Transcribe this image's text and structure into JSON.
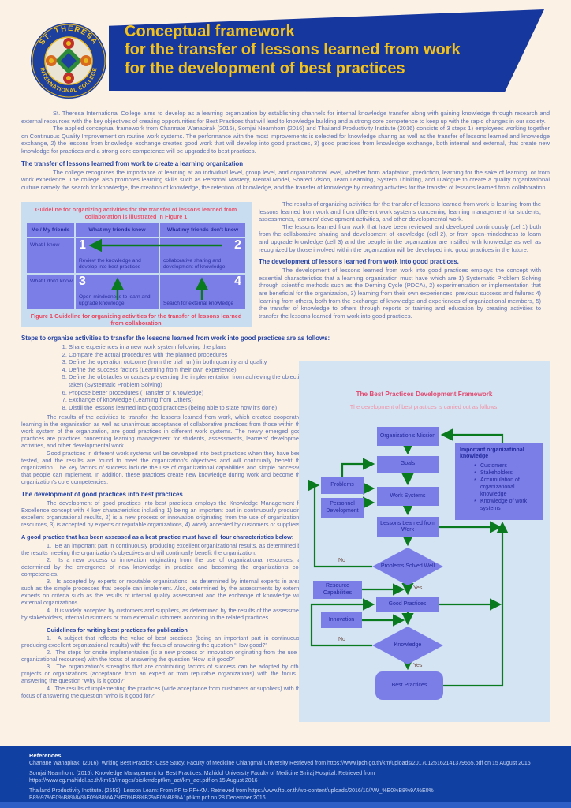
{
  "header": {
    "logo": {
      "arc_top": "ST. THERESA",
      "arc_bottom": "INTERNATIONAL COLLEGE"
    },
    "title_lines": [
      "Conceptual framework",
      "for the transfer of lessons learned from work",
      "for the development of best practices"
    ]
  },
  "intro": {
    "p1": "St. Theresa International College aims to develop as a learning organization by establishing channels for internal knowledge transfer along with gaining knowledge through research and external resources with the key objectives of creating opportunities for Best Practices that will lead to knowledge building and a strong core competence to keep up with the rapid changes in our society.",
    "p2": "The applied conceptual framework from Channate Wanapirak (2016), Somjai Neamhom (2016) and Thailand Productivity Institute (2016) consists of 3 steps 1) employees working together on Continuous Quality Improvement on routine work systems. The performance with the most improvements is selected for knowledge sharing as well as the transfer of lessons learned and knowledge exchange, 2) the lessons from knowledge exchange creates good work that will develop into good practices, 3) good practices from knowledge exchange, both internal and external, that create new knowledge for practices and a strong core competence will be upgraded to best practices.",
    "section1_heading": "The transfer of lessons learned from work to create a learning organization",
    "section1_p1": "The college recognizes the importance of learning at an individual level, group level, and organizational level, whether from adaptation, prediction, learning for the sake of learning, or from work experience. The college also promotes learning skills such as Personal Mastery, Mental Model, Shared Vision, Team Learning, System Thinking, and Dialogue to create a quality organizational culture namely the search for knowledge, the creation of knowledge, the retention of knowledge, and the transfer of knowledge by creating activities for the transfer of lessons learned from collaboration."
  },
  "figure": {
    "title": "Guideline for organizing activities for the transfer of lessons learned from collaboration is illustrated in Figure 1",
    "caption": "Figure 1 Guideline for organizing activities for the transfer of lessons learned from collaboration",
    "table": {
      "headers": [
        "Me / My friends",
        "What my friends know",
        "What my friends don't know"
      ],
      "row_labels": [
        "What I know",
        "What I don't know"
      ],
      "cells": [
        {
          "num": "1",
          "text": "Review the knowledge and develop into best practices"
        },
        {
          "num": "2",
          "text": "collaborative sharing and development of knowledge"
        },
        {
          "num": "3",
          "text": "Open-mindedness to learn and upgrade knowledge"
        },
        {
          "num": "4",
          "text": "Search for external knowledge"
        }
      ]
    }
  },
  "results_col": {
    "p1": "The results of organizing activities for the transfer of lessons learned from work is learning from the lessons learned from work and from different work systems concerning learning management for students, assessments, learners' development activities, and other developmental work.",
    "p2": "The lessons learned from work that have been reviewed and developed continuously (cel 1) both from the collaborative sharing and development of knowledge (cell 2), or from open-mindedness to learn and upgrade knowledge (cell 3) and the people in the organization are instilled with knowledge as well as recognized by those involved within the organization will be developed into good practices in the future.",
    "section2_heading": "The development of lessons learned from work into good practices.",
    "section2_p1": "The development of lessons learned from work into good practices employs the concept with essential characteristics that a learning organization must have which are 1) Systematic Problem Solving through scientific methods such as the Deming Cycle (PDCA), 2) experimentation or implementation that are beneficial for the organization, 3) learning from their own experiences, previous success and failures 4) learning from others, both from the exchange of knowledge and experiences of organizational members, 5) the transfer of knowledge to others through reports or training and education by creating activities to transfer the lessons learned from work into good practices."
  },
  "steps": {
    "heading": "Steps to organize activities to transfer the lessons learned from work into good practices are as follows:",
    "items": [
      "Share experiences in a new work system following the plans",
      "Compare the actual procedures with the planned procedures",
      "Define the operation outcome (from the trial run) in both quantity and quality",
      "Define the success factors (Learning from their own experience)",
      "Define the obstacles or causes preventing the implementation from achieving the objectives and the remedial measures already taken (Systematic Problem Solving)",
      "Propose better procedures (Transfer of Knowledge)",
      "Exchange of knowledge (Learning from Others)",
      "Distill the lessons learned into good practices (being able to state how it's done)"
    ]
  },
  "left_col": {
    "p1": "The results of the activities to transfer the lessons learned from work, which created cooperative learning in the organization as well as unanimous acceptance of collaborative practices from those within the work system of the organization, are good practices in different work systems. The newly emerged good practices are practices concerning learning management for students, assessments, learners' development activities, and other developmental work.",
    "p2": "Good practices in different work systems will be developed into best practices when they have been tested, and the results are found to meet the organization's objectives and will continually benefit the organization. The key factors of success include the use of organizational capabilities and simple processes that people can implement. In addition, these practices create new knowledge during work and become the organization's core competencies.",
    "section3_heading": "The development of good practices into best practices",
    "section3_p1": "The development of good practices into best practices employs the Knowledge Management for Excellence concept with 4 key characteristics including 1) being an important part in continuously producing excellent organizational results, 2) is a new process or innovation originating from the use of organizational resources, 3) is accepted by experts or reputable organizations, 4) widely accepted by customers or suppliers.",
    "characteristics_heading": "A good practice that has been assessed as a best practice must have all four characteristics below:",
    "characteristics": [
      "Be an important part in continuously producing excellent organizational results, as determined by the results meeting the organization's objectives and will continually benefit the organization.",
      "Is a new process or innovation originating from the use of organizational resources, as determined by the emergence of new knowledge in practice and becoming the organization's core competencies.",
      "Is accepted by experts or reputable organizations, as determined by internal experts in areas such as the simple processes that people can implement. Also, determined by the assessments by external experts on criteria such as the results of internal quality assessment and the exchange of knowledge with external organizations.",
      "It is widely accepted by customers and suppliers, as determined by the results of the assessment by stakeholders, internal customers or from external customers according to the related practices."
    ],
    "guidelines_heading": "Guidelines for writing best practices for publication",
    "guidelines": [
      "A subject that reflects the value of best practices (being an important part in continuously producing excellent organizational results) with the focus of answering the question “How good?”",
      "The steps for onsite implementation (is a new process or innovation originating from the use of organizational resources) with the focus of answering the question “How is it good?”",
      "The organization's strengths that are contributing factors of success can be adopted by other projects or organizations (acceptance from an expert or from reputable organizations) with the focus of answering the question “Why is it good?”",
      "The results of implementing the practices (wide acceptance from customers or suppliers) with the focus of answering the question “Who is it good for?”"
    ]
  },
  "flowchart": {
    "title": "The Best Practices Development Framework",
    "subtitle": "The development of best practices is carried out as follows:",
    "nodes": {
      "mission": "Organization's Mission",
      "goals": "Goals",
      "work_systems": "Work Systems",
      "lessons_learned": "Lessons Learned from Work",
      "problems_solved_well": "Problems Solved Well",
      "good_practices": "Good Practices",
      "knowledge": "Knowledge",
      "best_practices": "Best Practices",
      "problems": "Problems",
      "personnel_development": "Personnel Development",
      "resource_capabilities": "Resource Capabilities",
      "innovation": "Innovation"
    },
    "labels": {
      "yes": "Yes",
      "no": "No"
    },
    "knowledge_box": {
      "heading": "Important organizational knowledge",
      "bullets": [
        "Customers",
        "Stakeholders",
        "Accumulation of organizational knowledge",
        "Knowledge of work systems"
      ]
    }
  },
  "references": {
    "heading": "References",
    "items": [
      "Chanane Wanapirak. (2016). Writing Best Practice: Case Study. Faculty of Medicine Chiangmai University Retrieved from https://www.lpch.go.th/km/uploads/20170125162141379565.pdf on 15 August 2016",
      "Somjai Neamhom. (2016). Knowledge Management for Best Practices. Mahidol University Faculty of Medicine Siriraj Hospital. Retrieved from https://www.eg.mahidol.ac.th/km61/images/pic/kmdept/km_act/km_act.pdf on 15 August 2016",
      "Thailand Productivity Institute. (2559). Lesson Learn: From PF to PF+KM. Retrieved from https://www.ftpi.or.th/wp-content/uploads/2016/10/AW_%E0%B8%9A%E0% B8%97%E0%B8%84%E0%B8%A7%E0%B8%B2%E0%B8%A1pf-km.pdf on 28 December 2016"
    ]
  },
  "colors": {
    "banner_blue": "#16379e",
    "footer_blue": "#1140a3",
    "cream_background": "#fbf1e5",
    "panel_light_blue": "#cfe0f1",
    "cell_purple": "#7c7ee8",
    "arrow_green": "#0a7a1e",
    "accent_pink": "#e8566e",
    "heading_navy": "#2443a6",
    "body_blue": "#5a70b2",
    "title_yellow": "#f2c11c"
  }
}
